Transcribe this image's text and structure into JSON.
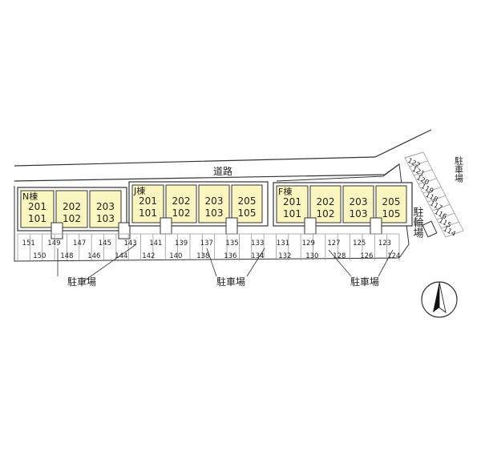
{
  "road_label": "道路",
  "parking_label": "駐車場",
  "bike_parking_label": "駐輪場",
  "bike_small_label": "駐輪場",
  "buildings": [
    {
      "id": "N",
      "label": "N棟",
      "units": [
        [
          "201",
          "101"
        ],
        [
          "202",
          "102"
        ],
        [
          "203",
          "103"
        ]
      ]
    },
    {
      "id": "J",
      "label": "J棟",
      "units": [
        [
          "201",
          "101"
        ],
        [
          "202",
          "102"
        ],
        [
          "203",
          "103"
        ],
        [
          "205",
          "105"
        ]
      ]
    },
    {
      "id": "F",
      "label": "F棟",
      "units": [
        [
          "201",
          "101"
        ],
        [
          "202",
          "102"
        ],
        [
          "203",
          "103"
        ],
        [
          "205",
          "105"
        ]
      ]
    }
  ],
  "parking_top": [
    "151",
    "149",
    "147",
    "145",
    "143",
    "141",
    "139",
    "137",
    "135",
    "133",
    "131",
    "129",
    "127",
    "125",
    "123"
  ],
  "parking_bottom": [
    "150",
    "148",
    "146",
    "144",
    "142",
    "140",
    "138",
    "136",
    "134",
    "132",
    "130",
    "128",
    "126",
    "124"
  ],
  "parking_right": [
    "122",
    "121",
    "120",
    "119",
    "118",
    "117",
    "116",
    "115",
    "114"
  ],
  "colors": {
    "building": "#fbf5bf",
    "outline": "#333333",
    "parking_line": "#999999"
  },
  "compass": "north-arrow"
}
